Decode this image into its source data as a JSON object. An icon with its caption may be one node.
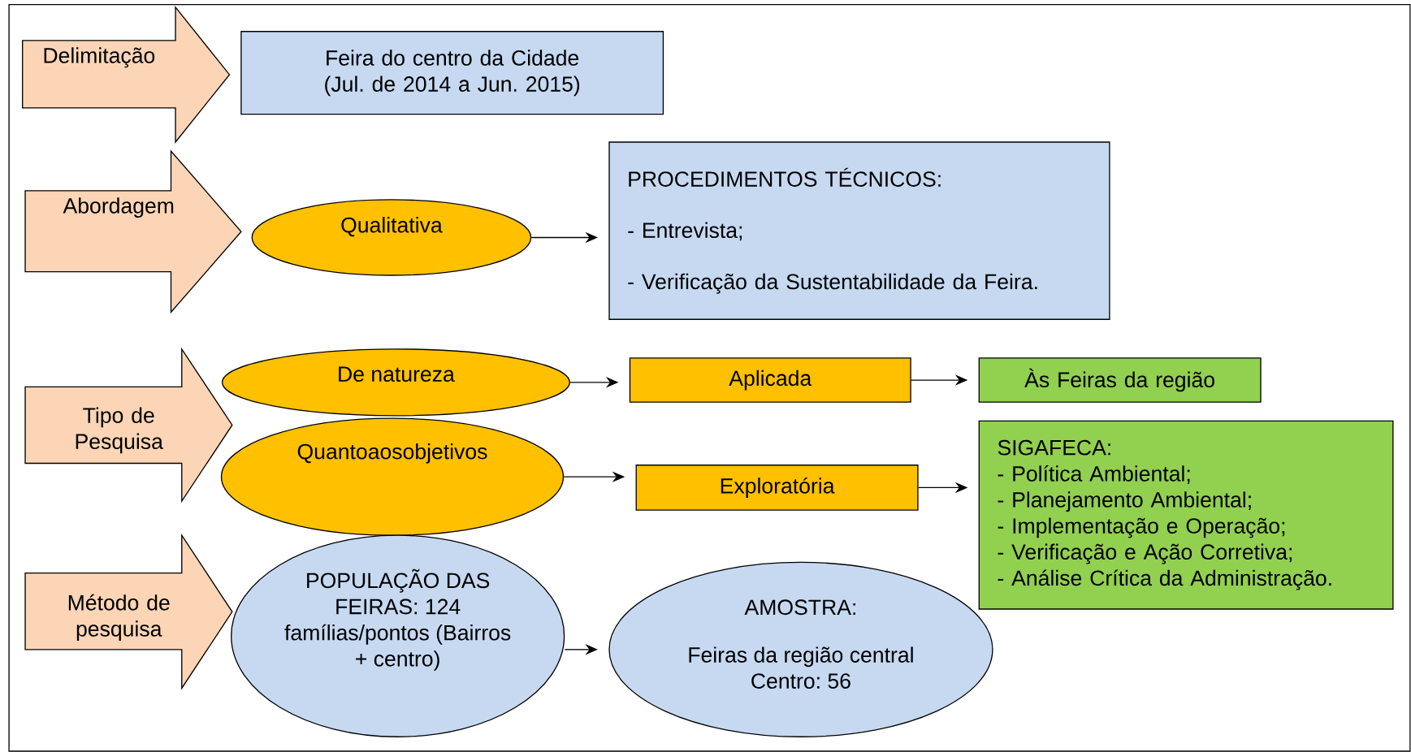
{
  "diagram": {
    "nodes": [
      {
        "text": [
          "Delimitação"
        ]
      },
      {
        "text": [
          "Feira do centro da Cidade (Jul. de 2014 a Jun. 2015)"
        ]
      },
      {
        "text": [
          "Abordagem"
        ]
      },
      {
        "text": [
          "Qualitativa"
        ]
      },
      {
        "text": [
          "PROCEDIMENTOS TÉCNICOS:",
          "- Entrevista;",
          "- Verificação da Sustentabilidade da Feira."
        ]
      },
      {
        "text": [
          "Tipo de Pesquisa"
        ]
      },
      {
        "text": [
          "De natureza"
        ]
      },
      {
        "text": [
          "Aplicada"
        ]
      },
      {
        "text": [
          "Às Feiras da região"
        ]
      },
      {
        "text": [
          "Quantoaosobjetivos"
        ]
      },
      {
        "text": [
          "Exploratória"
        ]
      },
      {
        "text": [
          "SIGAFECA:",
          "- Política Ambiental;",
          "- Planejamento Ambiental;",
          "- Implementação e Operação;",
          "- Verificação e Ação Corretiva;",
          "- Análise Crítica da Administração."
        ]
      },
      {
        "text": [
          "Método de pesquisa"
        ]
      },
      {
        "text": [
          "POPULAÇÃO DAS FEIRAS: 124 famílias/pontos (Bairros + centro)"
        ]
      },
      {
        "text": [
          "AMOSTRA:",
          "Feiras da região central Centro: 56"
        ]
      }
    ],
    "edges": [
      {
        "from": 3,
        "to": 4,
        "arrow": "to"
      },
      {
        "from": 6,
        "to": 7,
        "arrow": "to"
      },
      {
        "from": 7,
        "to": 8,
        "arrow": "to"
      },
      {
        "from": 9,
        "to": 10,
        "arrow": "to"
      },
      {
        "from": 10,
        "to": 11,
        "arrow": "to"
      },
      {
        "from": 13,
        "to": 14,
        "arrow": "to"
      }
    ]
  }
}
